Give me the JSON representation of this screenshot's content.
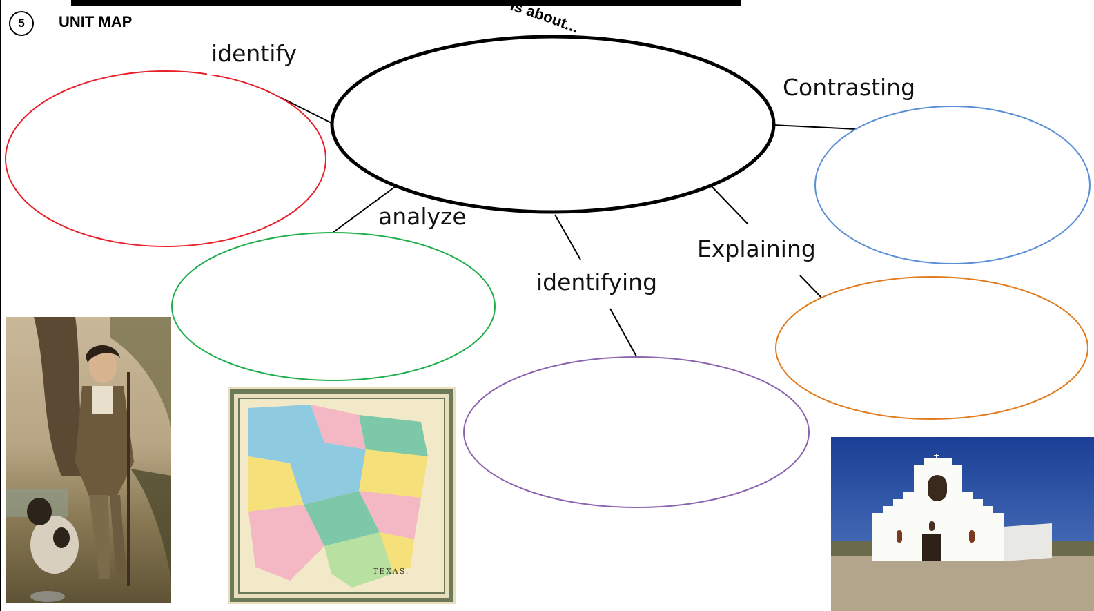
{
  "header": {
    "unit_number": "5",
    "unit_title": "UNIT MAP"
  },
  "central_concept": {
    "connector_text": "is about..."
  },
  "branches": [
    {
      "id": "identify",
      "label": "identify",
      "color": "#e8202a"
    },
    {
      "id": "analyze",
      "label": "analyze",
      "color": "#1fae4b"
    },
    {
      "id": "identifying",
      "label": "identifying",
      "color": "#8a64ae"
    },
    {
      "id": "explaining",
      "label": "Explaining",
      "color": "#e07b1e"
    },
    {
      "id": "contrasting",
      "label": "Contrasting",
      "color": "#5b8fd4"
    }
  ],
  "images": [
    {
      "id": "portrait",
      "subject": "portrait-painting"
    },
    {
      "id": "map",
      "subject": "historic-map"
    },
    {
      "id": "mission",
      "subject": "mission-church-photo"
    }
  ],
  "map_caption": "TEXAS."
}
